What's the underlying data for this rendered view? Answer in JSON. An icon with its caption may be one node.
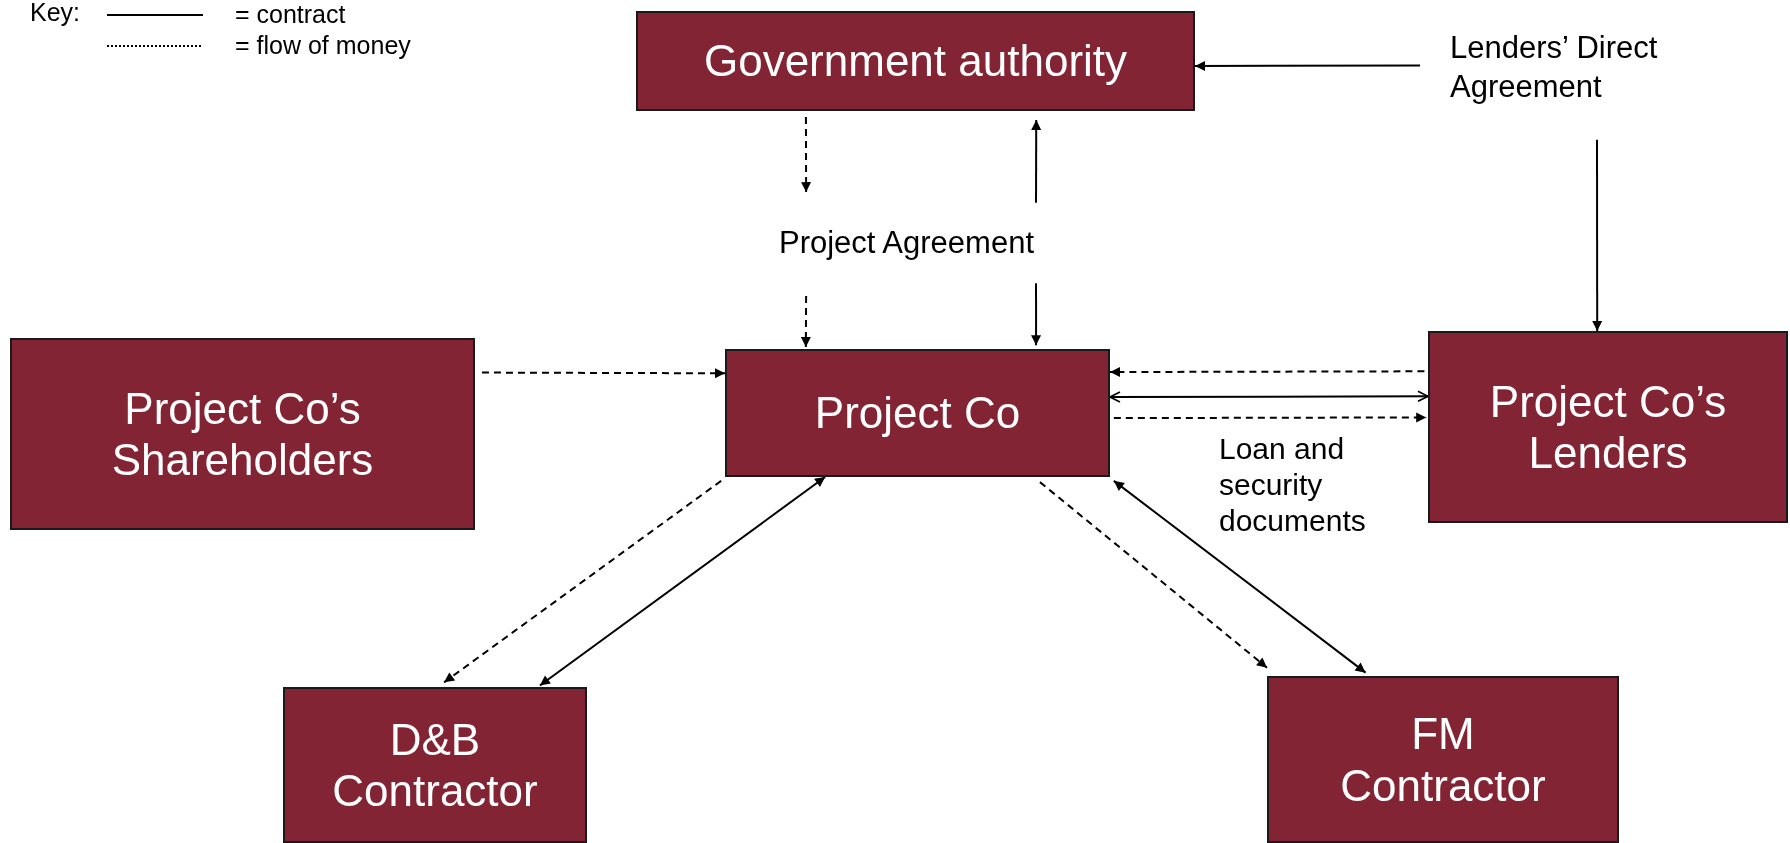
{
  "diagram": {
    "nodes": [
      {
        "text": [
          "Government authority"
        ]
      },
      {
        "text": [
          "Project Agreement"
        ]
      },
      {
        "text": [
          "Lenders’ Direct Agreement"
        ]
      },
      {
        "text": [
          "Project Co’s Shareholders"
        ]
      },
      {
        "text": [
          "Project Co"
        ]
      },
      {
        "text": [
          "Project Co’s Lenders"
        ]
      },
      {
        "text": [
          "D&B Contractor"
        ]
      },
      {
        "text": [
          "FM Contractor"
        ]
      }
    ],
    "edges": [
      {
        "from": 0,
        "to": 1,
        "arrow": "to",
        "style": "dashed"
      },
      {
        "from": 1,
        "to": 4,
        "arrow": "to",
        "style": "dashed"
      },
      {
        "from": 1,
        "to": 0,
        "arrow": "to"
      },
      {
        "from": 1,
        "to": 4,
        "arrow": "to"
      },
      {
        "from": 2,
        "to": 0,
        "arrow": "to"
      },
      {
        "from": 2,
        "to": 5,
        "arrow": "to"
      },
      {
        "from": 3,
        "to": 4,
        "arrow": "to",
        "style": "dashed"
      },
      {
        "from": 5,
        "to": 4,
        "arrow": "to",
        "style": "dashed"
      },
      {
        "from": 4,
        "to": 5,
        "arrow": "both"
      },
      {
        "from": 4,
        "to": 5,
        "arrow": "to",
        "style": "dashed"
      },
      {
        "from": 4,
        "to": 6,
        "arrow": "to",
        "style": "dashed"
      },
      {
        "from": 6,
        "to": 4,
        "arrow": "both"
      },
      {
        "from": 4,
        "to": 7,
        "arrow": "to",
        "style": "dashed"
      },
      {
        "from": 4,
        "to": 7,
        "arrow": "both"
      }
    ],
    "labels": [
      "Key:",
      "Loan and security documents"
    ],
    "legend": [
      {
        "text": "= contract"
      },
      {
        "text": "= flow of money"
      }
    ]
  }
}
